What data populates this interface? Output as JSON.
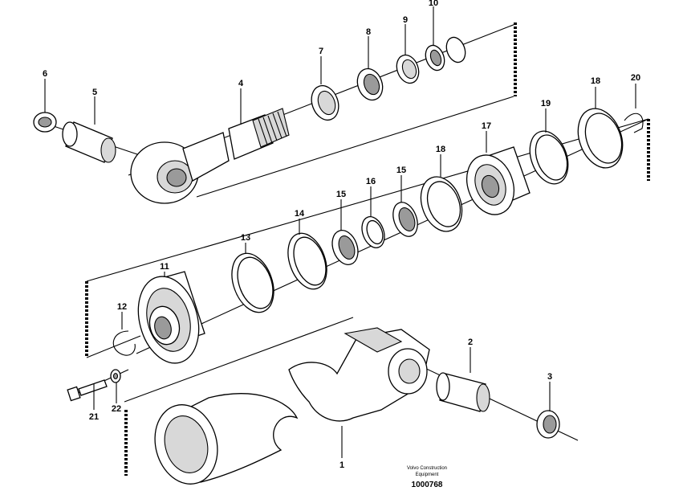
{
  "labels": {
    "l1": "1",
    "l2": "2",
    "l3": "3",
    "l4": "4",
    "l5": "5",
    "l6": "6",
    "l7": "7",
    "l8": "8",
    "l9": "9",
    "l10": "10",
    "l11": "11",
    "l12": "12",
    "l13": "13",
    "l14": "14",
    "l15a": "15",
    "l15b": "15",
    "l16": "16",
    "l17": "17",
    "l18a": "18",
    "l18b": "18",
    "l19": "19",
    "l20": "20",
    "l21": "21",
    "l22": "22"
  },
  "footer": {
    "line1": "Volvo Construction",
    "line2": "Equipment",
    "figure_number": "1000768"
  }
}
